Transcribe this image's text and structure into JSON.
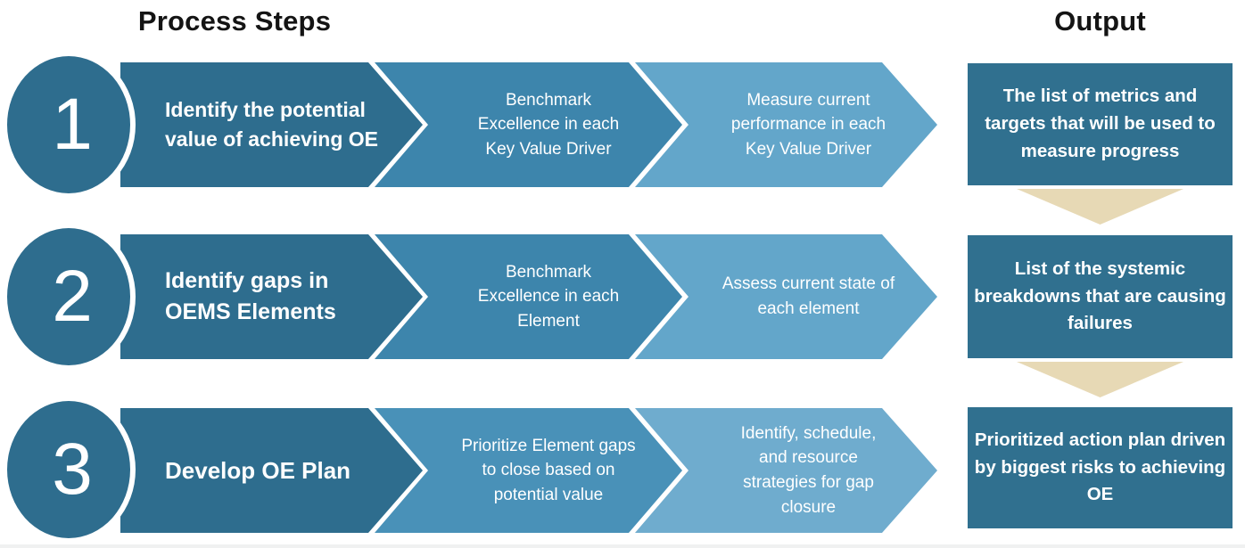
{
  "headers": {
    "process_steps": "Process Steps",
    "output": "Output"
  },
  "colors": {
    "dark": "#2E6D8E",
    "darkbox": "#30708F",
    "medium": "#3D85AC",
    "mediumalt": "#4991B8",
    "light": "#63A6CA",
    "lightalt": "#6FACCE",
    "tan": "#E7D9B5",
    "header": "#141414",
    "text_on_blue": "#FFFFFF"
  },
  "rows": [
    {
      "number": "1",
      "step": "Identify the potential value of achieving OE",
      "sub1": "Benchmark Excellence in each Key Value Driver",
      "sub2": "Measure current performance in each Key Value Driver",
      "output": "The list of metrics and targets that will be used to measure progress"
    },
    {
      "number": "2",
      "step": "Identify gaps in OEMS Elements",
      "sub1": "Benchmark Excellence in each Element",
      "sub2": "Assess current state of each element",
      "output": "List of the systemic breakdowns that are causing failures"
    },
    {
      "number": "3",
      "step": "Develop OE Plan",
      "sub1": "Prioritize Element gaps to close based on potential value",
      "sub2": "Identify, schedule, and resource strategies for gap closure",
      "output": "Prioritized action plan driven by biggest risks to achieving OE"
    }
  ]
}
